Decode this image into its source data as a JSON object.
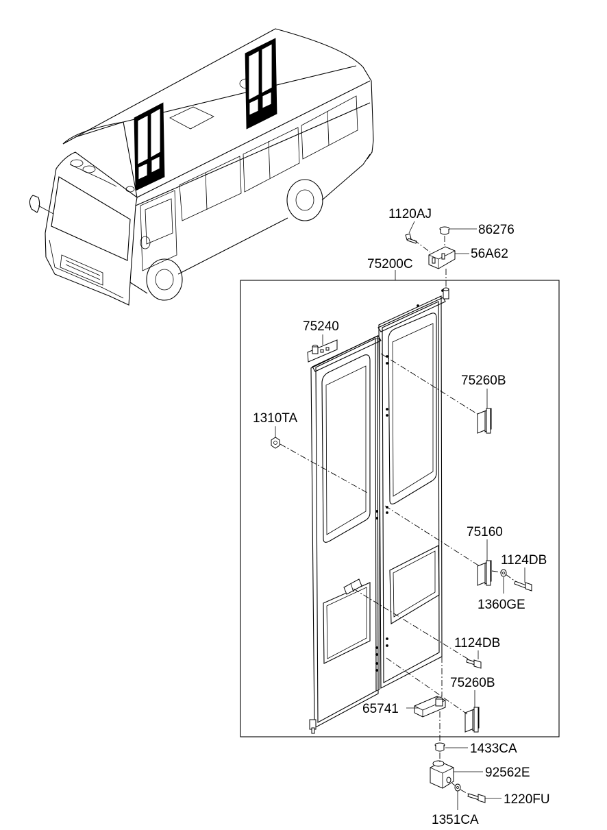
{
  "diagram": {
    "parts": {
      "p1120AJ": "1120AJ",
      "p86276": "86276",
      "p56A62": "56A62",
      "p75200C": "75200C",
      "p75240": "75240",
      "p75260B_top": "75260B",
      "p1310TA": "1310TA",
      "p75160": "75160",
      "p1124DB_a": "1124DB",
      "p1360GE": "1360GE",
      "p1124DB_b": "1124DB",
      "p75260B_bottom": "75260B",
      "p65741": "65741",
      "p1433CA": "1433CA",
      "p92562E": "92562E",
      "p1220FU": "1220FU",
      "p1351CA": "1351CA"
    }
  }
}
